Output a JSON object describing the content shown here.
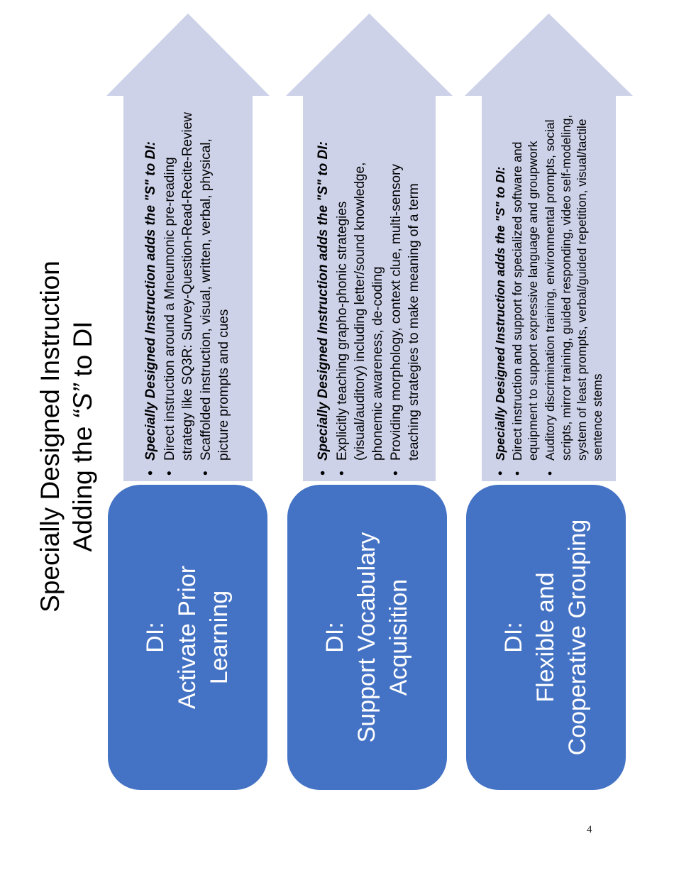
{
  "page_number": "4",
  "title": {
    "line1": "Specially Designed Instruction",
    "line2_prefix": "Adding the ",
    "line2_quote": "“S”",
    "line2_suffix": " to DI"
  },
  "colors": {
    "background": "#FFFFFF",
    "arrow_fill": "#CDD2E9",
    "box_fill": "#4472C4",
    "box_text": "#FFFFFF",
    "bullet_text": "#000000"
  },
  "bullet_marker": "•",
  "rows": [
    {
      "box_label": "DI:\nActivate Prior\nLearning",
      "bullets": [
        {
          "text": "Specially Designed Instruction adds the \"S\" to DI:",
          "emphasis": true
        },
        {
          "text": "Direct instruction around a Mneumonic pre-reading strategy like SQ3R: Survey-Question-Read-Recite-Review",
          "emphasis": false
        },
        {
          "text": "Scaffolded instruction, visual, written, verbal, physical, picture prompts and cues",
          "emphasis": false
        }
      ]
    },
    {
      "box_label": "DI:\nSupport Vocabulary\nAcquisition",
      "bullets": [
        {
          "text": "Specially Designed Instruction adds the \"S\" to DI:",
          "emphasis": true
        },
        {
          "text": "Explicitly teaching grapho-phonic strategies (visual/auditory) including letter/sound knowledge, phonemic awareness, de-coding",
          "emphasis": false
        },
        {
          "text": "Providing morphology, context clue, multi-sensory teaching strategies to make meaning of a term",
          "emphasis": false
        }
      ]
    },
    {
      "box_label": "DI:\nFlexible and\nCooperative Grouping",
      "bullets": [
        {
          "text": "Specially Designed Instruction adds the \"S\" to DI:",
          "emphasis": true
        },
        {
          "text": "Direct instruction and support for specialized software and equipment to support expressive language and groupwork",
          "emphasis": false
        },
        {
          "text": "Auditory discrimination training, environmental prompts, social scripts, mirror training, guided responding, video self-modeling, system of least prompts, verbal/guided repetition, visual/tactile sentence stems",
          "emphasis": false
        }
      ]
    }
  ]
}
